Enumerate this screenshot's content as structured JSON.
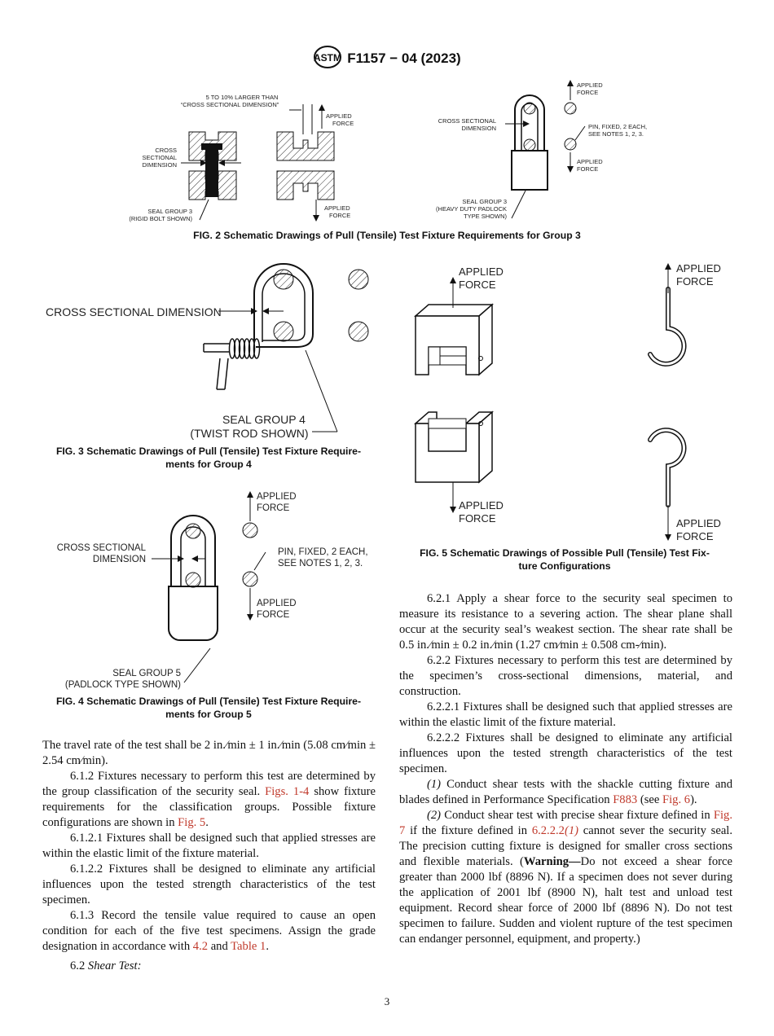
{
  "header": {
    "title": "F1157 − 04 (2023)"
  },
  "fig2": {
    "caption": "FIG. 2  Schematic Drawings of Pull (Tensile) Test Fixture Requirements for Group 3",
    "label_larger_1": "5 TO 10% LARGER THAN",
    "label_larger_2": "“CROSS SECTIONAL DIMENSION”",
    "label_applied_1": "APPLIED",
    "label_force": "FORCE",
    "label_cross_1": "CROSS",
    "label_cross_2": "SECTIONAL",
    "label_cross_3": "DIMENSION",
    "label_seal_1": "SEAL GROUP 3",
    "label_seal_2": "(RIGID BOLT SHOWN)",
    "label_cs_1": "CROSS SECTIONAL",
    "label_cs_2": "DIMENSION",
    "label_pin_1": "PIN, FIXED, 2 EACH,",
    "label_pin_2": "SEE NOTES 1, 2, 3.",
    "label_seal_r1": "SEAL GROUP 3",
    "label_seal_r2": "(HEAVY DUTY PADLOCK",
    "label_seal_r3": "TYPE SHOWN)"
  },
  "fig3": {
    "caption_1": "FIG. 3  Schematic Drawings of Pull (Tensile) Test Fixture Require-",
    "caption_2": "ments for Group 4",
    "label_cs": "CROSS SECTIONAL DIMENSION",
    "label_seal_1": "SEAL GROUP 4",
    "label_seal_2": "(TWIST ROD SHOWN)"
  },
  "fig4": {
    "caption_1": "FIG. 4  Schematic Drawings of Pull (Tensile) Test Fixture Require-",
    "caption_2": "ments for Group 5",
    "label_applied": "APPLIED",
    "label_force": "FORCE",
    "label_cs_1": "CROSS SECTIONAL",
    "label_cs_2": "DIMENSION",
    "label_pin_1": "PIN, FIXED, 2 EACH,",
    "label_pin_2": "SEE NOTES 1, 2, 3.",
    "label_seal_1": "SEAL GROUP 5",
    "label_seal_2": "(PADLOCK TYPE SHOWN)"
  },
  "fig5": {
    "caption_1": "FIG. 5  Schematic Drawings of Possible Pull (Tensile) Test Fix-",
    "caption_2": "ture Configurations",
    "label_applied": "APPLIED",
    "label_force": "FORCE"
  },
  "left_text": {
    "p1": "The travel rate of the test shall be 2 in.⁄min ± 1 in.⁄min (5.08 cm⁄min ± 2.54 cm⁄min).",
    "p2a": "6.1.2 Fixtures necessary to perform this test are determined by the group classification of the security seal. ",
    "p2link1": "Figs. 1-4",
    "p2b": " show fixture requirements for the classification groups. Possible fixture configurations are shown in ",
    "p2link2": "Fig. 5",
    "p2c": ".",
    "p3": "6.1.2.1 Fixtures shall be designed such that applied stresses are within the elastic limit of the fixture material.",
    "p4": "6.1.2.2 Fixtures shall be designed to eliminate any artificial influences upon the tested strength characteristics of the test specimen.",
    "p5a": "6.1.3 Record the tensile value required to cause an open condition for each of the five test specimens. Assign the grade designation in accordance with ",
    "p5link1": "4.2",
    "p5b": " and ",
    "p5link2": "Table 1",
    "p5c": ".",
    "p6a": "6.2 ",
    "p6b": "Shear Test:"
  },
  "right_text": {
    "p1": "6.2.1 Apply a shear force to the security seal specimen to measure its resistance to a severing action. The shear plane shall occur at the security seal’s weakest section. The shear rate shall be 0.5 in.⁄min ± 0.2 in.⁄min (1.27 cm⁄min ± 0.508 cm-⁄min).",
    "p2": "6.2.2 Fixtures necessary to perform this test are determined by the specimen’s cross-sectional dimensions, material, and construction.",
    "p3": "6.2.2.1 Fixtures shall be designed such that applied stresses are within the elastic limit of the fixture material.",
    "p4": "6.2.2.2 Fixtures shall be designed to eliminate any artificial influences upon the tested strength characteristics of the test specimen.",
    "p5a": "(1)",
    "p5b": " Conduct shear tests with the shackle cutting fixture and blades defined in Performance Specification ",
    "p5link": "F883",
    "p5c": " (see ",
    "p5link2": "Fig. 6",
    "p5d": ").",
    "p6a": "(2)",
    "p6b": " Conduct shear test with precise shear fixture defined in ",
    "p6link1": "Fig. 7",
    "p6c": " if the fixture defined in ",
    "p6link2": "6.2.2.2",
    "p6link2i": "(1)",
    "p6d": " cannot sever the security seal. The precision cutting fixture is designed for smaller cross sections and flexible materials. (",
    "p6warn": "Warning—",
    "p6e": "Do not exceed a shear force greater than 2000 lbf (8896 N). If a specimen does not sever during the application of 2001 lbf (8900 N), halt test and unload test equipment. Record shear force of 2000 lbf (8896 N). Do not test specimen to failure. Sudden and violent rupture of the test specimen can endanger personnel, equipment, and property.)"
  },
  "footer": {
    "page": "3"
  }
}
